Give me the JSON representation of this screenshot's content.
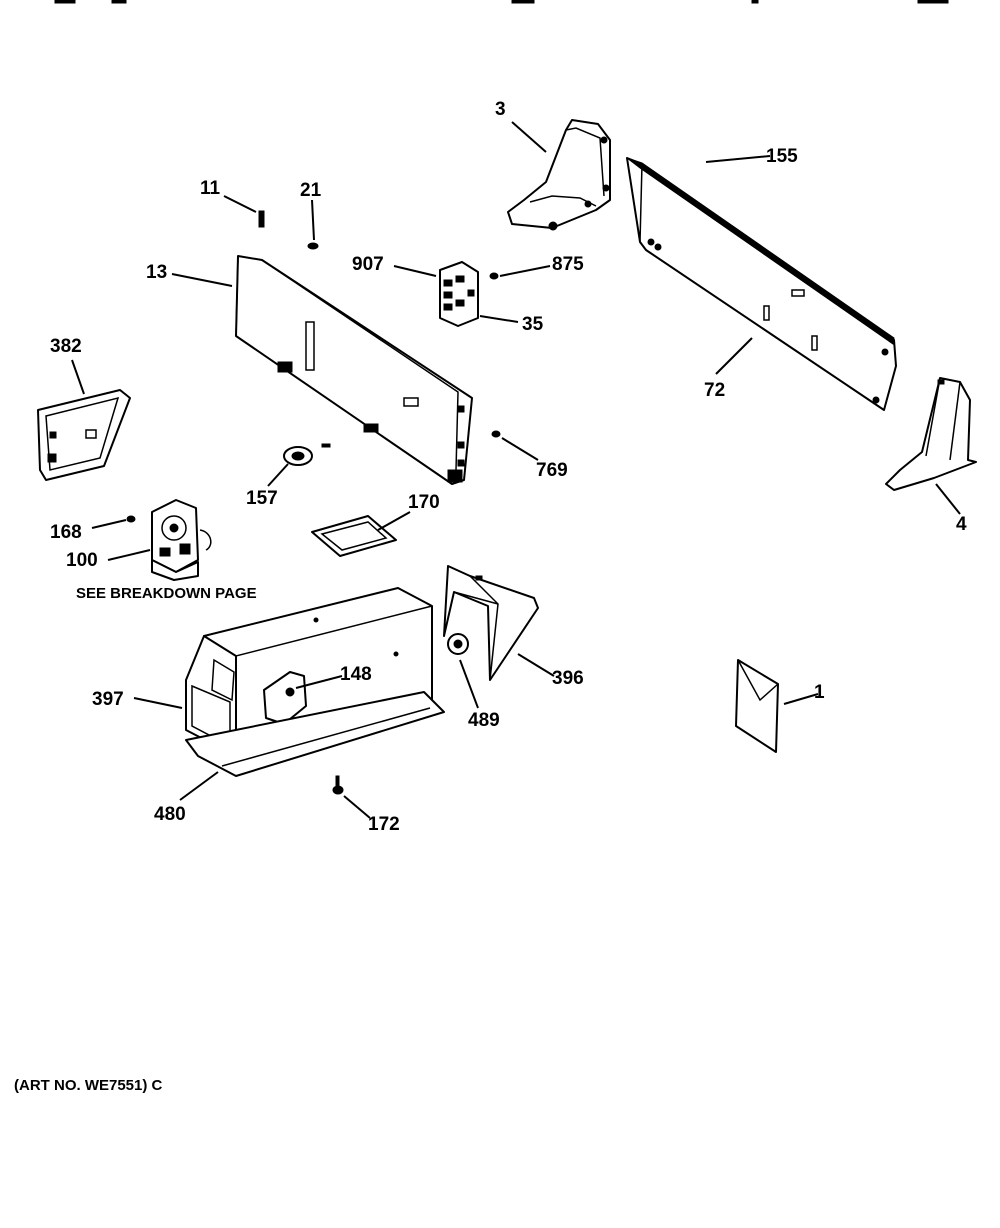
{
  "diagram": {
    "note": "SEE BREAKDOWN PAGE",
    "art_number": "(ART NO. WE7551) C",
    "parts": {
      "p3": "3",
      "p155": "155",
      "p11": "11",
      "p21": "21",
      "p13": "13",
      "p907": "907",
      "p875": "875",
      "p35": "35",
      "p382": "382",
      "p72": "72",
      "p769": "769",
      "p157": "157",
      "p170": "170",
      "p168": "168",
      "p100": "100",
      "p4": "4",
      "p148": "148",
      "p396": "396",
      "p397": "397",
      "p489": "489",
      "p1": "1",
      "p480": "480",
      "p172": "172"
    }
  }
}
